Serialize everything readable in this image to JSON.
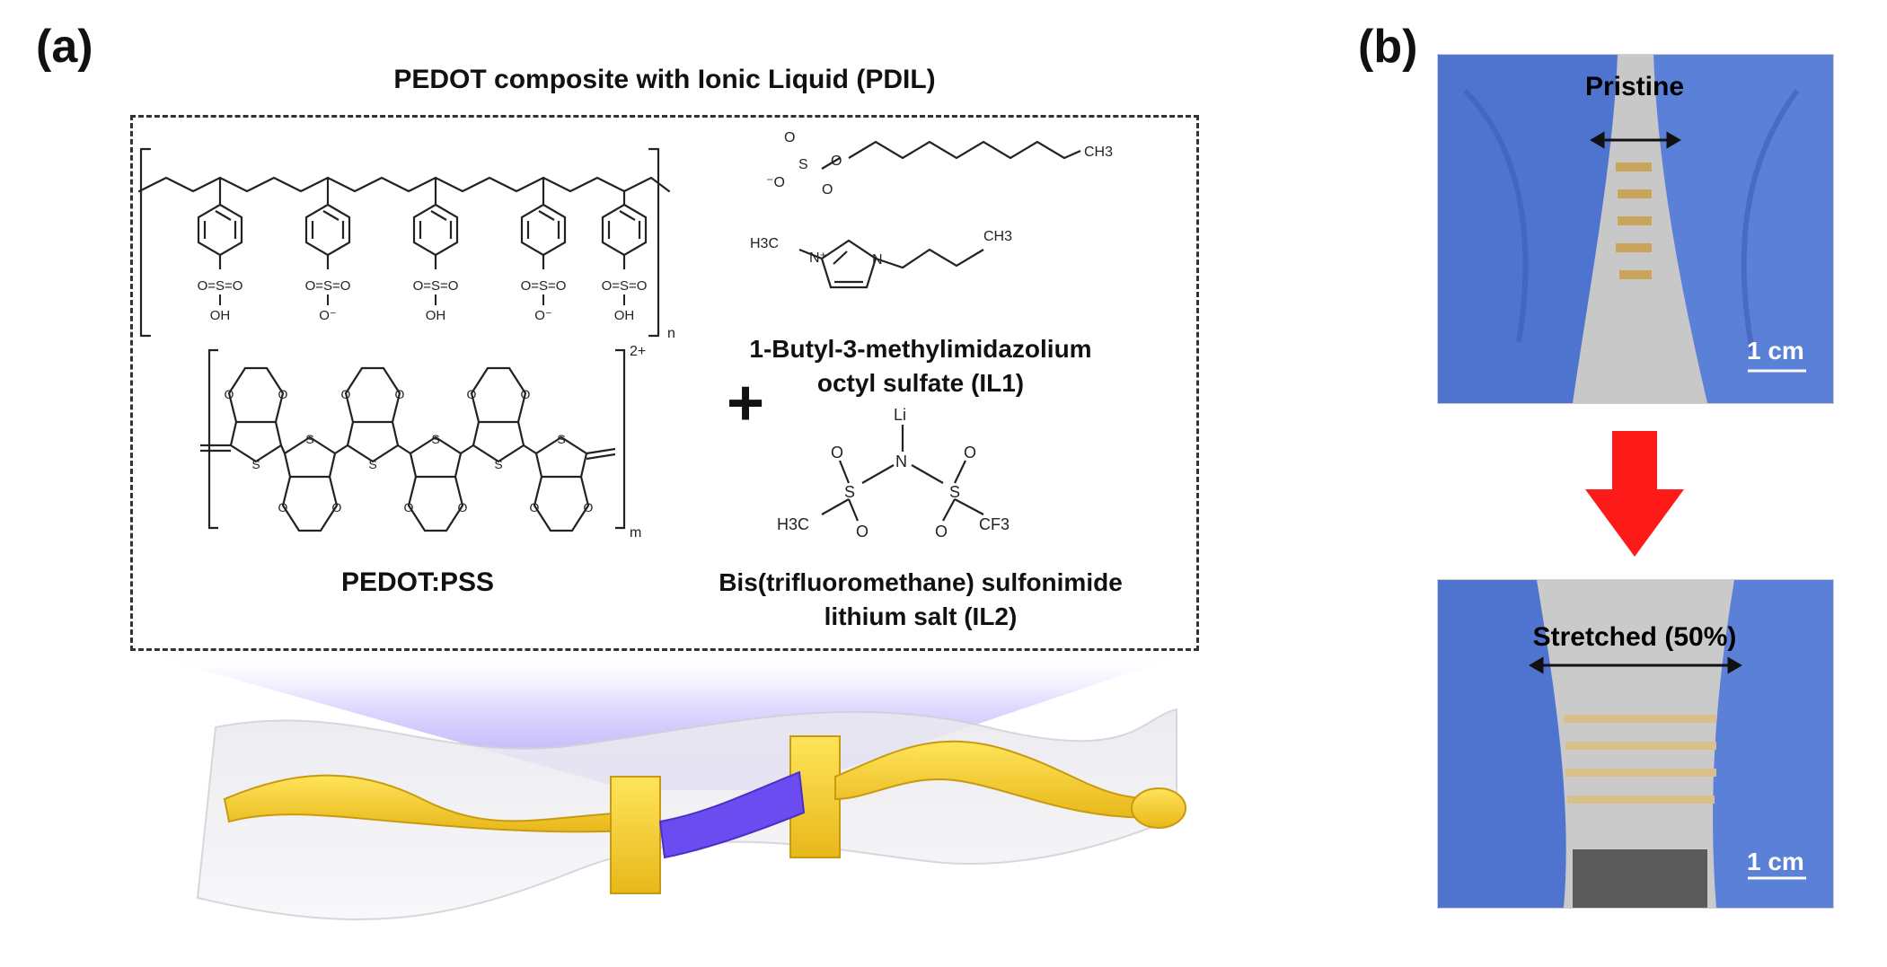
{
  "panel_a": {
    "label": "(a)",
    "title": "PEDOT composite with Ionic Liquid (PDIL)",
    "pss_sub": "n",
    "pedot_sup": "2+",
    "pedot_sub": "m",
    "sulfonate_acid_label": "OH",
    "sulfonate_anion_label": "O⁻",
    "pedot_pss_caption": "PEDOT:PSS",
    "plus_sign": "+",
    "il1_formula_ch3": "CH3",
    "il1_formula_h3c": "H3C",
    "il1_caption_line1": "1-Butyl-3-methylimidazolium",
    "il1_caption_line2": "octyl sulfate (IL1)",
    "il2_li": "Li",
    "il2_h3c": "H3C",
    "il2_cf3": "CF3",
    "il2_caption_line1": "Bis(trifluoromethane) sulfonimide",
    "il2_caption_line2": "lithium salt (IL2)"
  },
  "panel_b": {
    "label": "(b)",
    "top_photo_label": "Pristine",
    "top_scale_bar": "1 cm",
    "bottom_photo_label": "Stretched (50%)",
    "bottom_scale_bar": "1 cm"
  },
  "colors": {
    "electrode_gold": "#f4cc2a",
    "pdil_purple": "#6a4cf0",
    "glove_blue": "#5a7ed6",
    "arrow_red": "#ff1a1a"
  }
}
